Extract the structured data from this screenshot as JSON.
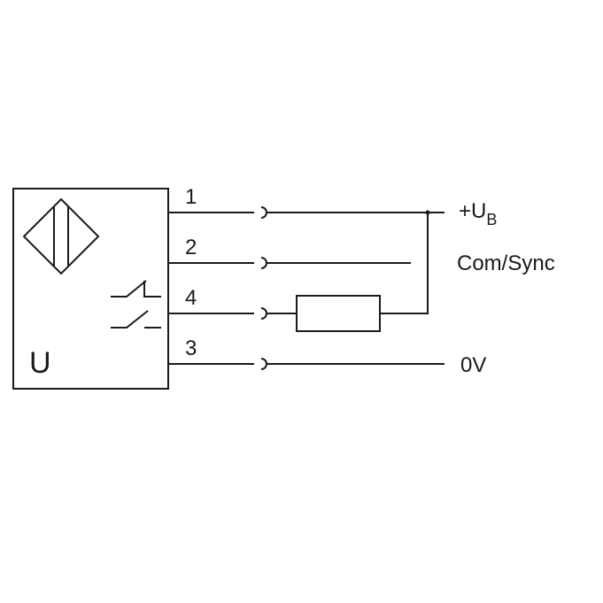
{
  "diagram": {
    "sensor_label": "U",
    "pins": [
      {
        "number": "1",
        "terminal": "+U",
        "terminal_sub": "B"
      },
      {
        "number": "2",
        "terminal": "Com/Sync",
        "terminal_sub": ""
      },
      {
        "number": "4",
        "terminal": "",
        "terminal_sub": ""
      },
      {
        "number": "3",
        "terminal": "0V",
        "terminal_sub": ""
      }
    ],
    "icons": [
      "sensor-symbol-icon",
      "switch-contact-icon",
      "connector-icon",
      "load-resistor-icon",
      "junction-dot-icon"
    ],
    "line_color": "#1a1a1a"
  }
}
